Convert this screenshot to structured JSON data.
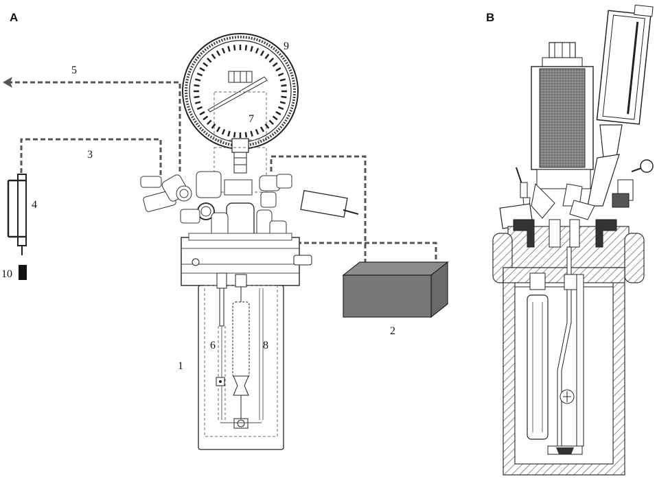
{
  "panels": {
    "a": "A",
    "b": "B"
  },
  "callouts": {
    "c1": "1",
    "c2": "2",
    "c3": "3",
    "c4": "4",
    "c5": "5",
    "c6": "6",
    "c7": "7",
    "c8": "8",
    "c9": "9",
    "c10": "10"
  },
  "colors": {
    "box_fill": "#777777",
    "dashed_line": "#555555",
    "hatch": "#333333"
  }
}
